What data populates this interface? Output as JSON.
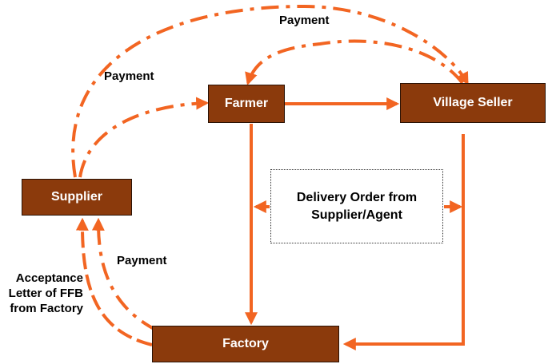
{
  "nodes": {
    "farmer": "Farmer",
    "village_seller": "Village Seller",
    "supplier": "Supplier",
    "factory": "Factory"
  },
  "labels": {
    "payment_top": "Payment",
    "payment_left": "Payment",
    "payment_bottom": "Payment",
    "acceptance_line1": "Acceptance",
    "acceptance_line2": "Letter of FFB",
    "acceptance_line3": "from Factory"
  },
  "note": {
    "line1": "Delivery Order from",
    "line2": "Supplier/Agent"
  },
  "colors": {
    "arrow": "#f26522",
    "node_fill": "#8b3a0c",
    "node_text": "#ffffff"
  }
}
